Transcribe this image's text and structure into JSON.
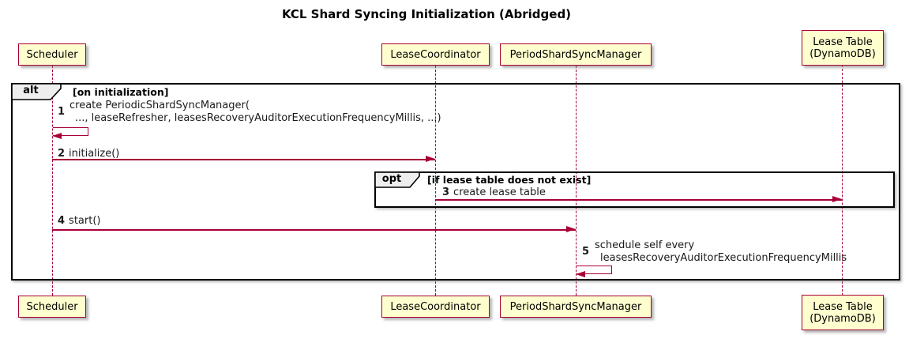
{
  "title": "KCL Shard Syncing Initialization (Abridged)",
  "colors": {
    "participant_fill": "#FEFECE",
    "participant_border": "#A80036",
    "arrow": "#A80036",
    "frame_border": "#000000",
    "fragment_label_fill": "#EEEEEE",
    "background": "#FFFFFF"
  },
  "participants": {
    "scheduler": "Scheduler",
    "lease_coordinator": "LeaseCoordinator",
    "period_shard_sync_manager": "PeriodShardSyncManager",
    "lease_table_line1": "Lease Table",
    "lease_table_line2": "(DynamoDB)"
  },
  "fragments": {
    "alt": {
      "operator": "alt",
      "condition": "[on initialization]"
    },
    "opt": {
      "operator": "opt",
      "condition": "[if lease table does not exist]"
    }
  },
  "messages": {
    "m1": {
      "num": "1",
      "line1": "create PeriodicShardSyncManager(",
      "line2": "..., leaseRefresher, leasesRecoveryAuditorExecutionFrequencyMillis, ...)"
    },
    "m2": {
      "num": "2",
      "text": "initialize()"
    },
    "m3": {
      "num": "3",
      "text": "create lease table"
    },
    "m4": {
      "num": "4",
      "text": "start()"
    },
    "m5": {
      "num": "5",
      "line1": "schedule self every",
      "line2": "leasesRecoveryAuditorExecutionFrequencyMillis"
    }
  }
}
